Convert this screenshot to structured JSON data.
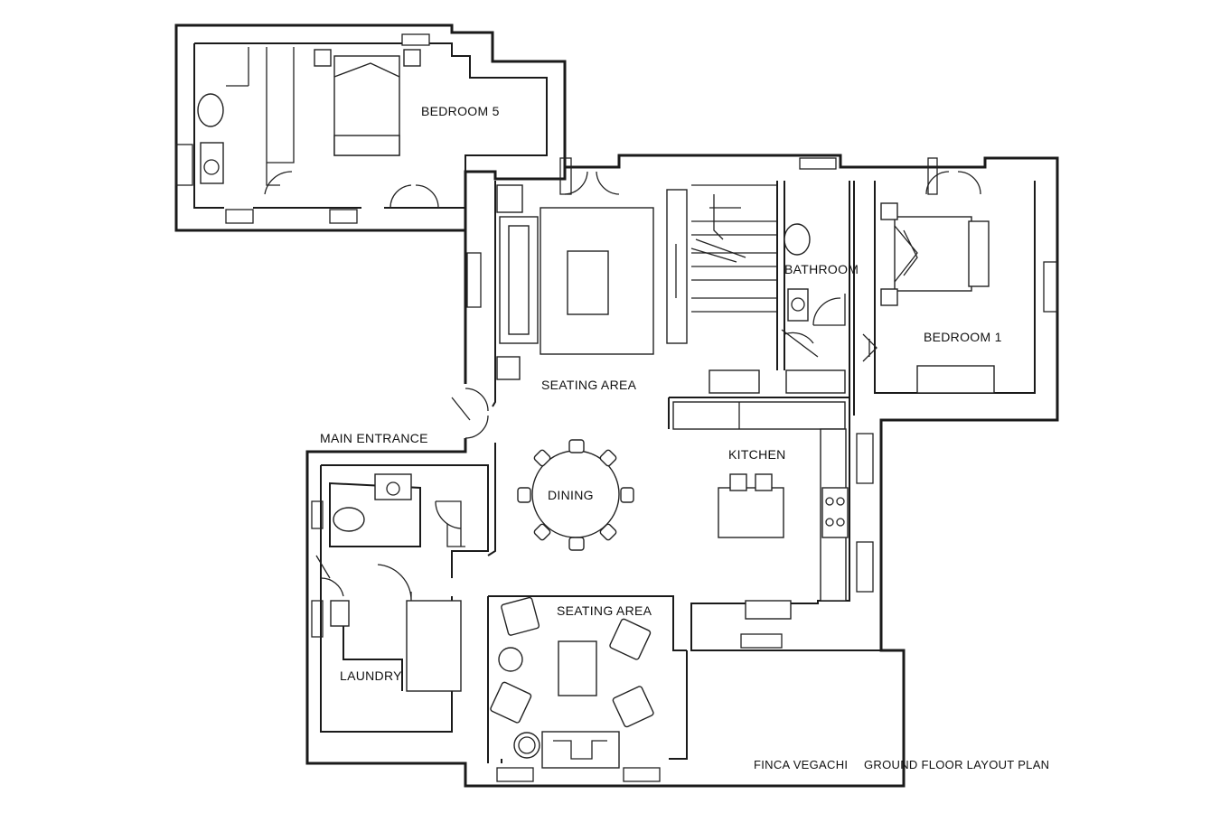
{
  "rooms": {
    "bedroom5": "BEDROOM 5",
    "bathroom": "BATHROOM",
    "bedroom1": "BEDROOM 1",
    "seating_top": "SEATING AREA",
    "main_entrance": "MAIN ENTRANCE",
    "kitchen": "KITCHEN",
    "dining": "DINING",
    "seating_bottom": "SEATING AREA",
    "laundry": "LAUNDRY"
  },
  "title": {
    "name": "FINCA VEGACHI",
    "subtitle": "GROUND FLOOR LAYOUT PLAN"
  }
}
